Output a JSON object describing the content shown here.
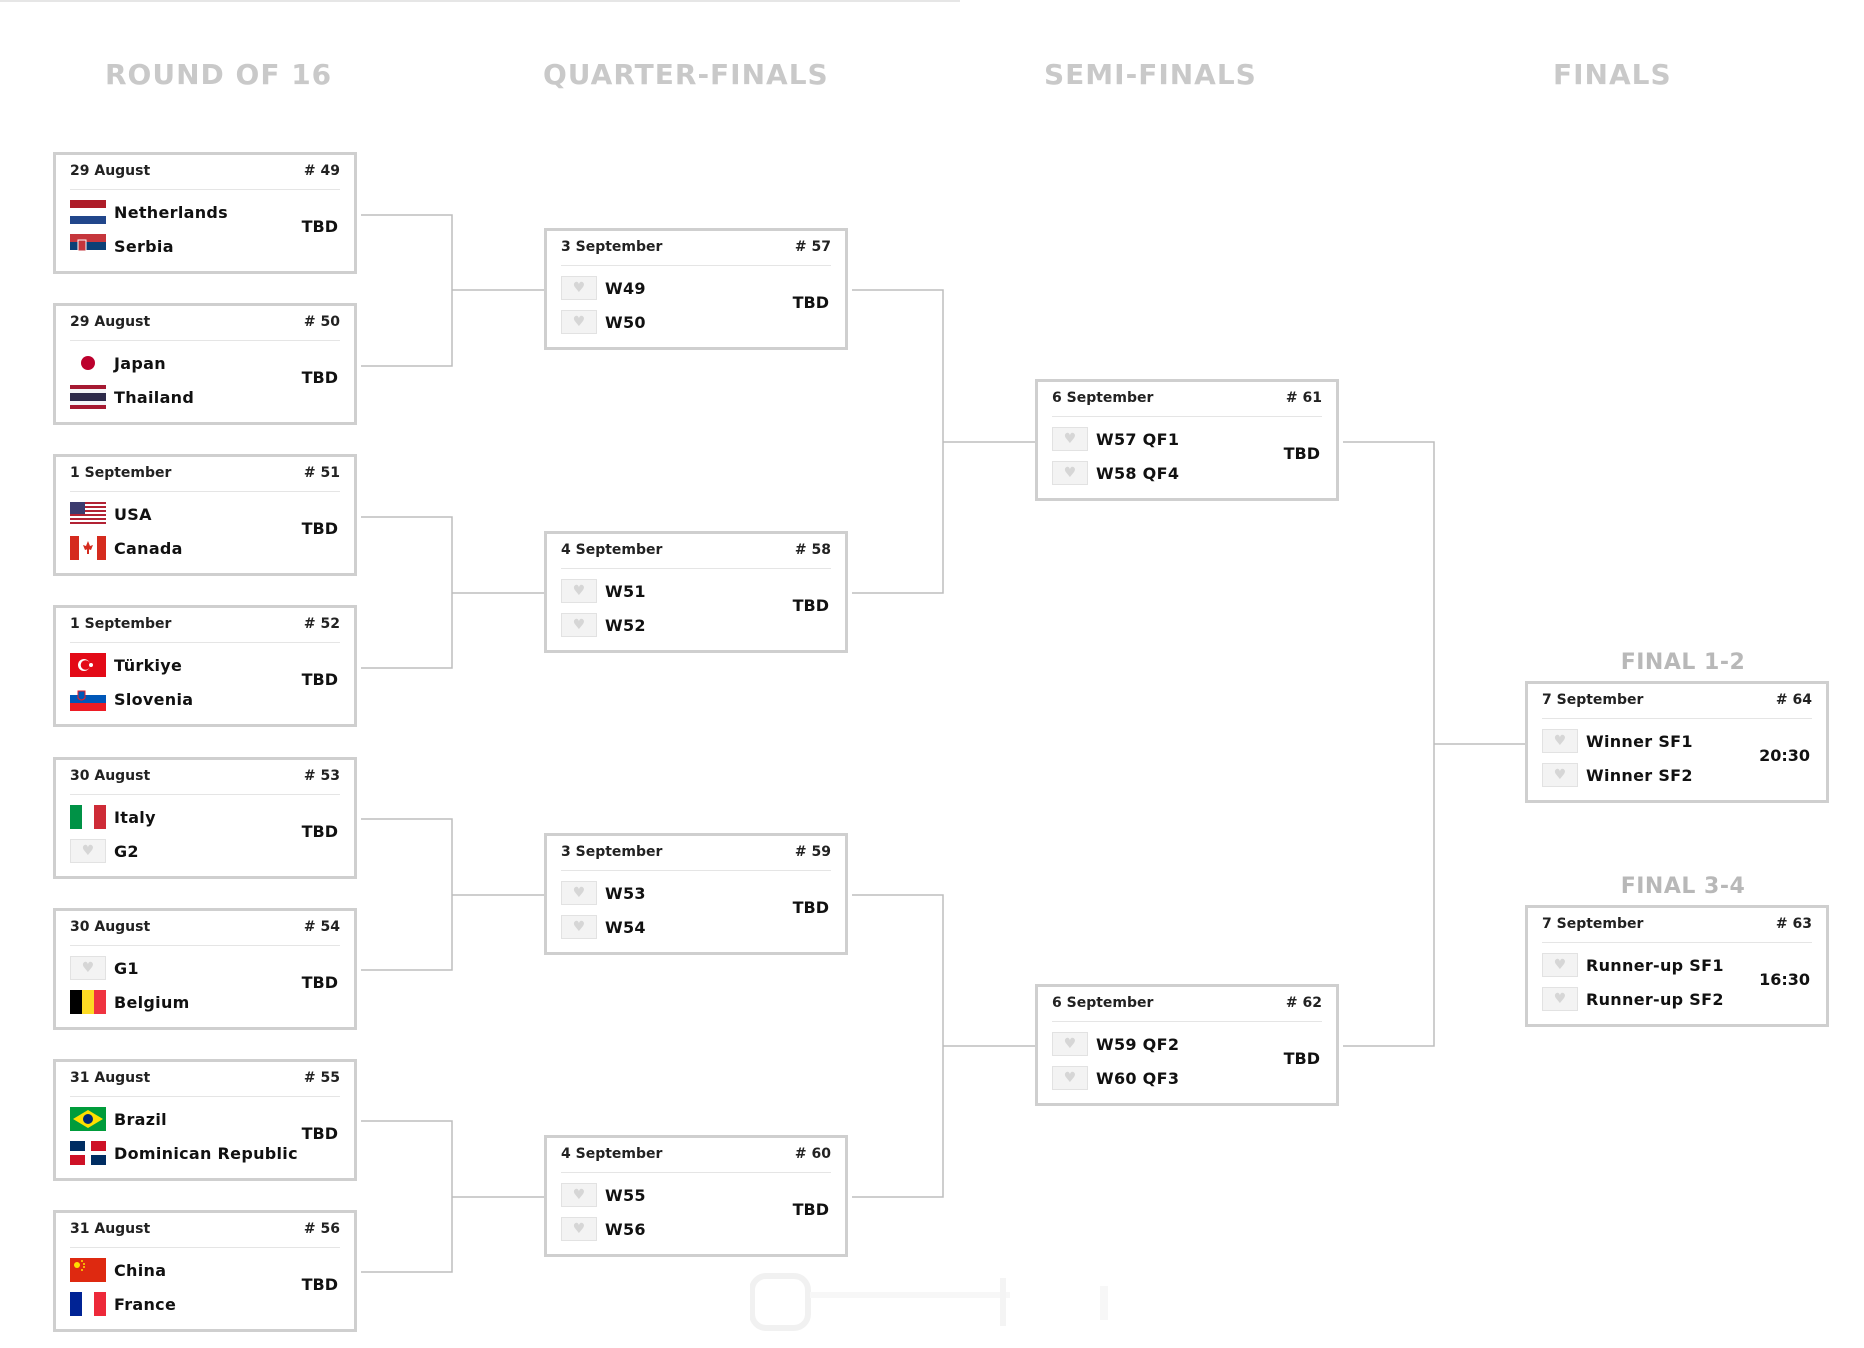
{
  "rounds": {
    "r16": "ROUND OF 16",
    "qf": "QUARTER-FINALS",
    "sf": "SEMI-FINALS",
    "finals": "FINALS"
  },
  "final_labels": {
    "f12": "FINAL 1-2",
    "f34": "FINAL 3-4"
  },
  "matches": {
    "m49": {
      "date": "29 August",
      "num": "# 49",
      "team1": "Netherlands",
      "team2": "Serbia",
      "result": "TBD"
    },
    "m50": {
      "date": "29 August",
      "num": "# 50",
      "team1": "Japan",
      "team2": "Thailand",
      "result": "TBD"
    },
    "m51": {
      "date": "1 September",
      "num": "# 51",
      "team1": "USA",
      "team2": "Canada",
      "result": "TBD"
    },
    "m52": {
      "date": "1 September",
      "num": "# 52",
      "team1": "Türkiye",
      "team2": "Slovenia",
      "result": "TBD"
    },
    "m53": {
      "date": "30 August",
      "num": "# 53",
      "team1": "Italy",
      "team2": "G2",
      "result": "TBD"
    },
    "m54": {
      "date": "30 August",
      "num": "# 54",
      "team1": "G1",
      "team2": "Belgium",
      "result": "TBD"
    },
    "m55": {
      "date": "31 August",
      "num": "# 55",
      "team1": "Brazil",
      "team2": "Dominican Republic",
      "result": "TBD"
    },
    "m56": {
      "date": "31 August",
      "num": "# 56",
      "team1": "China",
      "team2": "France",
      "result": "TBD"
    },
    "m57": {
      "date": "3 September",
      "num": "# 57",
      "team1": "W49",
      "team2": "W50",
      "result": "TBD"
    },
    "m58": {
      "date": "4 September",
      "num": "# 58",
      "team1": "W51",
      "team2": "W52",
      "result": "TBD"
    },
    "m59": {
      "date": "3 September",
      "num": "# 59",
      "team1": "W53",
      "team2": "W54",
      "result": "TBD"
    },
    "m60": {
      "date": "4 September",
      "num": "# 60",
      "team1": "W55",
      "team2": "W56",
      "result": "TBD"
    },
    "m61": {
      "date": "6 September",
      "num": "# 61",
      "team1": "W57 QF1",
      "team2": "W58 QF4",
      "result": "TBD"
    },
    "m62": {
      "date": "6 September",
      "num": "# 62",
      "team1": "W59 QF2",
      "team2": "W60 QF3",
      "result": "TBD"
    },
    "m64": {
      "date": "7 September",
      "num": "# 64",
      "team1": "Winner SF1",
      "team2": "Winner SF2",
      "result": "20:30"
    },
    "m63": {
      "date": "7 September",
      "num": "# 63",
      "team1": "Runner-up SF1",
      "team2": "Runner-up SF2",
      "result": "16:30"
    }
  },
  "icons": {
    "placeholder": "volleyball-shield-icon",
    "netherlands": "netherlands-flag-icon",
    "serbia": "serbia-flag-icon",
    "japan": "japan-flag-icon",
    "thailand": "thailand-flag-icon",
    "usa": "usa-flag-icon",
    "canada": "canada-flag-icon",
    "turkiye": "turkiye-flag-icon",
    "slovenia": "slovenia-flag-icon",
    "italy": "italy-flag-icon",
    "belgium": "belgium-flag-icon",
    "brazil": "brazil-flag-icon",
    "dominican_republic": "dominican-republic-flag-icon",
    "china": "china-flag-icon",
    "france": "france-flag-icon"
  },
  "colors": {
    "round_title": "#c9c9c9",
    "card_border": "#cfcfcf",
    "connector": "#bdbdbd"
  }
}
